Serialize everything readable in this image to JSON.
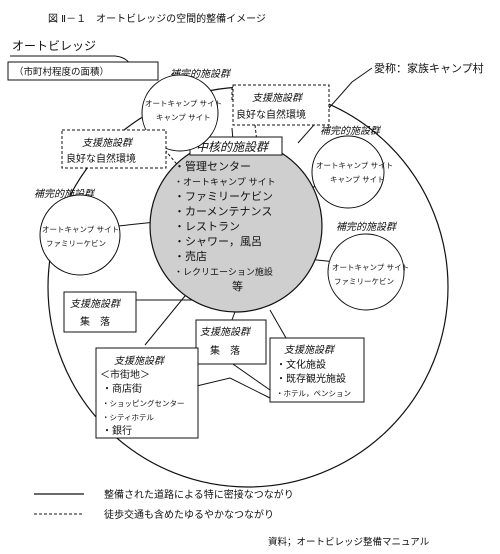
{
  "figure": {
    "title": "図 Ⅱ－１　オートビレッジの空間的整備イメージ",
    "outer_label": "オートビレッジ",
    "outer_sub": "（市町村程度の面積）",
    "aisho_label": "愛称：家族キャンプ村",
    "source": "資料；オートビレッジ整備マニュアル"
  },
  "core": {
    "heading": "中核的施設群",
    "items": [
      "・管理センター",
      "・オートキャンプ サイト",
      "・ファミリーケビン",
      "・カーメンテナンス",
      "・レストラン",
      "・シャワー，風呂",
      "・売店",
      "・レクリエーション施設",
      "等"
    ]
  },
  "hokan": {
    "label": "補完的施設群",
    "site_1": "オートキャンプ サイト",
    "site_2": "キャンプ サイト",
    "cabin": "ファミリーケビン"
  },
  "shien": {
    "label": "支援施設群",
    "nature": "良好な自然環境",
    "village": "集　落",
    "city_title": "＜市街地＞",
    "city_items": [
      "・商店街",
      "・ショッピングセンター",
      "・シティホテル",
      "・銀行"
    ],
    "culture_items": [
      "・文化施設",
      "・既存観光施設",
      "・ホテル，ペンション"
    ]
  },
  "legend": {
    "solid": "整備された道路による特に密接なつながり",
    "dashed": "徒歩交通も含めたゆるやかなつながり"
  }
}
